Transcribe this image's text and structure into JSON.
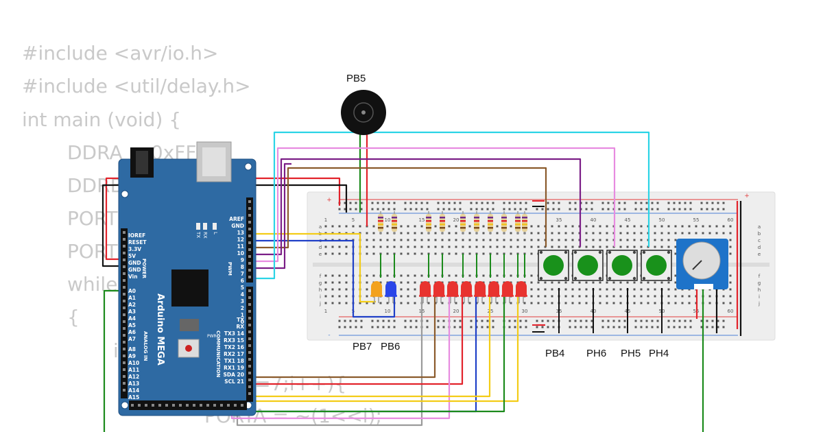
{
  "code_lines": [
    "#include <avr/io.h>",
    "#include <util/delay.h>",
    "int main (void) {",
    "DDRA = 0xFF;",
    "DDRB",
    "PORT",
    "PORT",
    "while",
    "{",
    "if (...(<4))) {",
    "for(i=0;i<=7;i++){",
    "PORTA = ~(1<<i);"
  ],
  "labels": {
    "buzzer": "PB5",
    "led_pb7": "PB7",
    "led_pb6": "PB6",
    "btn_pb4": "PB4",
    "btn_ph6": "PH6",
    "btn_ph5": "PH5",
    "btn_ph4": "PH4"
  },
  "arduino": {
    "name": "Arduino MEGA",
    "power_label": "POWER",
    "analog_label": "ANALOG IN",
    "pwm_label": "PWM",
    "comm_label": "COMMUNICATION",
    "tx": "TX",
    "rx": "RX",
    "l": "L",
    "pwr": "PWR",
    "power_pins": [
      "IOREF",
      "RESET",
      "3.3V",
      "5V",
      "GND",
      "GND",
      "Vin"
    ],
    "analog_pins": [
      "A0",
      "A1",
      "A2",
      "A3",
      "A4",
      "A5",
      "A6",
      "A7",
      "A8",
      "A9",
      "A10",
      "A11",
      "A12",
      "A13",
      "A14",
      "A15"
    ],
    "pwm_pins": [
      "AREF",
      "GND",
      "13",
      "12",
      "11",
      "10",
      "9",
      "8",
      "7",
      "6",
      "5",
      "4",
      "3",
      "2",
      "1",
      "0"
    ],
    "comm_pins": [
      "TX",
      "RX",
      "TX3 14",
      "RX3 15",
      "TX2 16",
      "RX2 17",
      "TX1 18",
      "RX1 19",
      "SDA 20",
      "SCL 21"
    ]
  },
  "breadboard": {
    "col_numbers": [
      "1",
      "5",
      "10",
      "15",
      "20",
      "25",
      "30",
      "35",
      "40",
      "45",
      "50",
      "55",
      "60"
    ],
    "row_letters_top": [
      "a",
      "b",
      "c",
      "d",
      "e"
    ],
    "row_letters_bottom": [
      "f",
      "g",
      "h",
      "i",
      "j"
    ],
    "plus": "+",
    "minus": "-"
  },
  "colors": {
    "board_blue": "#2e6aa3",
    "wire_red": "#e2222a",
    "wire_black": "#111111",
    "wire_cyan": "#2ad4e6",
    "wire_pink": "#e78be0",
    "wire_purple": "#7a1d86",
    "wire_brown": "#8a5a2b",
    "wire_yellow": "#f3cc16",
    "wire_blue": "#1f3fc7",
    "wire_green": "#1b8a1b",
    "wire_gray": "#9a9a9a",
    "led_red": "#e8332f",
    "led_orange": "#f3a21e",
    "led_blue": "#2a45e8",
    "button_green": "#19911b",
    "pot_blue": "#1e73c9"
  }
}
